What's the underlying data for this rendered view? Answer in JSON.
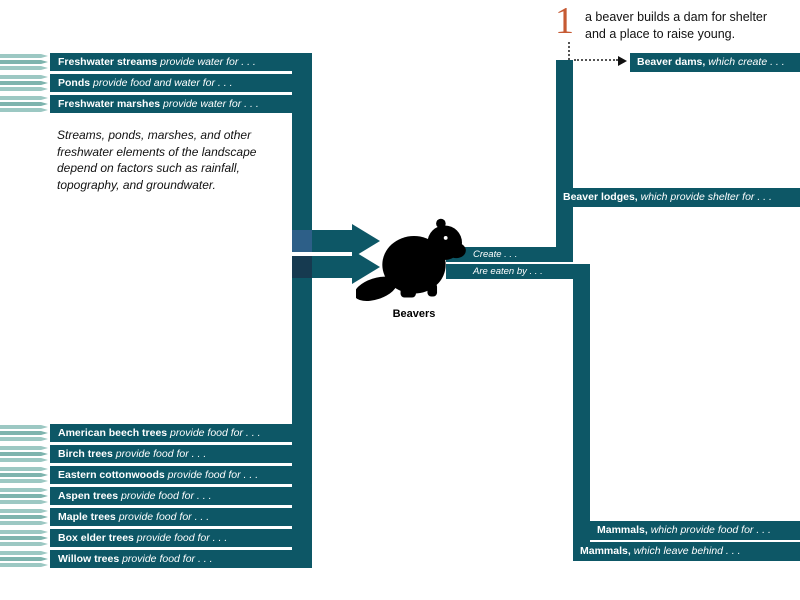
{
  "palette": {
    "band_teal": "#0d5766",
    "elbow_blue_top": "#2d5f88",
    "elbow_navy_bottom": "#163a50",
    "chevron_light_teal": "#9cc8c3",
    "step_number_orange": "#c65a33",
    "bar_text": "#ffffff",
    "body_text": "#111111"
  },
  "step_annotation": {
    "number": "1",
    "lines": [
      "a beaver builds a dam for shelter",
      "and a place to raise young."
    ]
  },
  "left_top_group": {
    "items": [
      {
        "bold": "Freshwater streams",
        "rest": " provide water for . . ."
      },
      {
        "bold": "Ponds",
        "rest": " provide food and water for . . ."
      },
      {
        "bold": "Freshwater marshes",
        "rest": " provide water for . . ."
      }
    ],
    "note": "Streams, ponds, marshes, and other freshwater elements of the landscape depend on factors such as rainfall, topography, and groundwater."
  },
  "left_bottom_group": {
    "items": [
      {
        "bold": "American beech trees",
        "rest": " provide food for . . ."
      },
      {
        "bold": "Birch trees",
        "rest": " provide food for . . ."
      },
      {
        "bold": "Eastern cottonwoods",
        "rest": " provide food for . . ."
      },
      {
        "bold": "Aspen trees",
        "rest": " provide food for . . ."
      },
      {
        "bold": "Maple trees",
        "rest": " provide food for . . ."
      },
      {
        "bold": "Box elder trees",
        "rest": " provide food for . . ."
      },
      {
        "bold": "Willow trees",
        "rest": " provide food for . . ."
      }
    ]
  },
  "center": {
    "label": "Beavers",
    "outputs": [
      {
        "label": "Create . . ."
      },
      {
        "label": "Are eaten by . . ."
      }
    ]
  },
  "right_group": {
    "items": [
      {
        "bold": "Beaver dams,",
        "rest": " which create . . ."
      },
      {
        "bold": "Beaver lodges,",
        "rest": " which provide shelter for . . ."
      },
      {
        "bold": "Mammals,",
        "rest": " which provide food for . . ."
      },
      {
        "bold": "Mammals,",
        "rest": " which leave behind . . ."
      }
    ]
  }
}
